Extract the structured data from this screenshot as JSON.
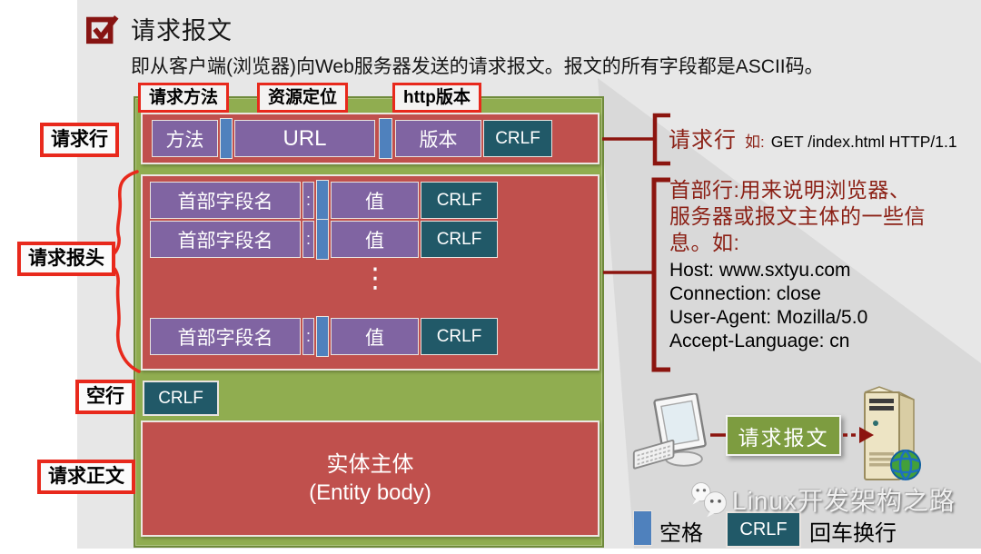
{
  "title": "请求报文",
  "subtitle": "即从客户端(浏览器)向Web服务器发送的请求报文。报文的所有字段都是ASCII码。",
  "top_labels": {
    "method": "请求方法",
    "resource": "资源定位",
    "http_version": "http版本"
  },
  "left_labels": {
    "request_line": "请求行",
    "request_headers": "请求报头",
    "empty_line": "空行",
    "request_body": "请求正文"
  },
  "diagram": {
    "request_line": {
      "method": "方法",
      "url": "URL",
      "version": "版本",
      "crlf": "CRLF"
    },
    "header_row": {
      "field_name": "首部字段名",
      "colon": ":",
      "value": "值",
      "crlf": "CRLF"
    },
    "dots": "⋮",
    "empty_line_crlf": "CRLF",
    "entity_body_line1": "实体主体",
    "entity_body_line2": "(Entity body)"
  },
  "annotations": {
    "request_line": {
      "label": "请求行",
      "example_prefix": "如:",
      "example": "GET /index.html HTTP/1.1"
    },
    "header_block": {
      "description_lines": [
        "首部行:用来说明浏览器、",
        "服务器或报文主体的一些信",
        "息。如:"
      ],
      "example_lines": [
        "Host: www.sxtyu.com",
        "Connection: close",
        "User-Agent:  Mozilla/5.0",
        "Accept-Language: cn"
      ]
    }
  },
  "flow": {
    "message_label": "请求报文"
  },
  "legend": {
    "space_label": "空格",
    "crlf_label": "CRLF",
    "crlf_meaning": "回车换行"
  },
  "watermark": "Linux开发架构之路",
  "colors": {
    "slide_bg": "#e7e7e7",
    "wedge": "#d9d9d9",
    "green_panel": "#90ad50",
    "green_border": "#6f8a3b",
    "red_block": "#c0504d",
    "purple_cell": "#8064a2",
    "blue_space": "#4f81bd",
    "teal_crlf": "#215968",
    "flow_green": "#7d9c40",
    "bright_red": "#e8291c",
    "dark_red_text": "#8b2015",
    "dark_red_line": "#8c150f"
  }
}
